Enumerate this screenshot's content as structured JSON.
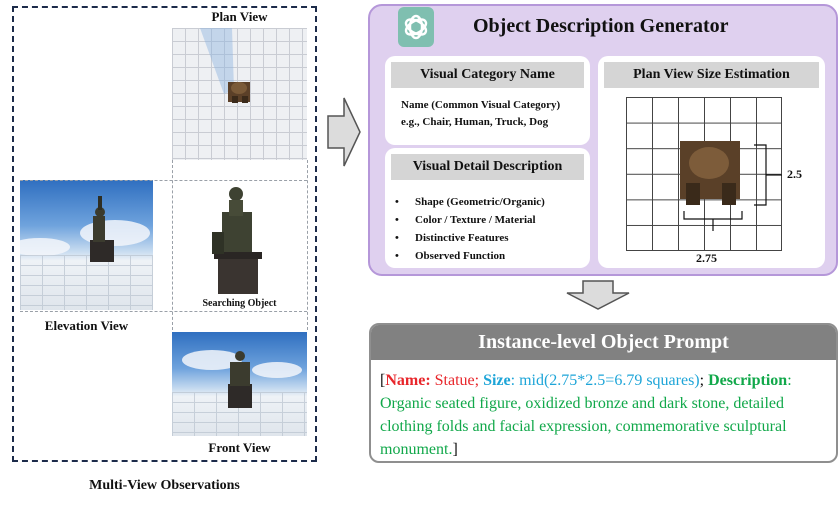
{
  "multi_view": {
    "title": "Multi-View Observations",
    "plan_view_label": "Plan View",
    "elevation_view_label": "Elevation View",
    "front_view_label": "Front View",
    "searching_object_label": "Searching Object"
  },
  "generator": {
    "title": "Object Description Generator",
    "logo_icon": "openai-logo-icon",
    "visual_category": {
      "heading": "Visual Category Name",
      "line1": "Name (Common Visual Category)",
      "line2": "e.g., Chair, Human, Truck, Dog"
    },
    "visual_detail": {
      "heading": "Visual Detail Description",
      "items": [
        "Shape (Geometric/Organic)",
        "Color / Texture / Material",
        "Distinctive Features",
        "Observed Function"
      ]
    },
    "size_estimation": {
      "heading": "Plan View Size Estimation",
      "height_label": "2.5",
      "width_label": "2.75"
    }
  },
  "prompt": {
    "heading": "Instance-level Object Prompt",
    "open_bracket": "[",
    "name_key": "Name:",
    "name_value": " Statue;",
    "size_key": "Size",
    "size_value": ": mid(2.75*2.5=6.79 squares)",
    "sep": ";",
    "description_key": "Description",
    "description_value": ": Organic seated figure, oxidized bronze and dark stone, detailed clothing folds and facial expression, commemorative sculptural monument.",
    "close_bracket": "]"
  },
  "colors": {
    "generator_bg": "#dfd0ef",
    "generator_border": "#b597d9",
    "prompt_header": "#818181",
    "name_red": "#e8262b",
    "size_blue": "#1ea5d8",
    "description_green": "#11a84a",
    "frame_navy": "#1c2b4a"
  }
}
